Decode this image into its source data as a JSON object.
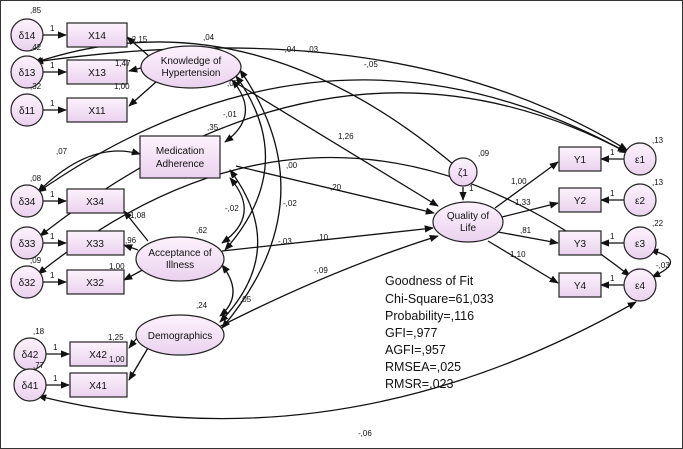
{
  "errors": {
    "d14": "δ14",
    "d13": "δ13",
    "d11": "δ11",
    "d34": "δ34",
    "d33": "δ33",
    "d32": "δ32",
    "d42": "δ42",
    "d41": "δ41",
    "e1": "ε1",
    "e2": "ε2",
    "e3": "ε3",
    "e4": "ε4",
    "z1": "ζ1"
  },
  "boxes": {
    "x14": "X14",
    "x13": "X13",
    "x11": "X11",
    "x34": "X34",
    "x33": "X33",
    "x32": "X32",
    "x42": "X42",
    "x41": "X41",
    "y1": "Y1",
    "y2": "Y2",
    "y3": "Y3",
    "y4": "Y4"
  },
  "latents": {
    "knowledge": [
      "Knowledge of",
      "Hypertension"
    ],
    "medication": [
      "Medication",
      "Adherence"
    ],
    "acceptance": [
      "Acceptance of",
      "Illness"
    ],
    "demographics": "Demographics",
    "qol": [
      "Quality of",
      "Life"
    ]
  },
  "coefficients": {
    "c_085": ",85",
    "c_042": ",42",
    "c_032": ",32",
    "c_08": ",08",
    "c_09": ",09",
    "c_018": ",18",
    "c_077": ",77",
    "c_013a": ",13",
    "c_013b": ",13",
    "c_022": ",22",
    "c_1_d14": "1",
    "c_1_d13": "1",
    "c_1_d11": "1",
    "c_1_d34": "1",
    "c_1_d33": "1",
    "c_1_d32": "1",
    "c_1_d42": "1",
    "c_1_d41": "1",
    "c_1_e1": "1",
    "c_1_e2": "1",
    "c_1_e3": "1",
    "c_1_e4": "1",
    "c_1_z1": "1",
    "c_m215": "-2,15",
    "c_147": "1,47",
    "c_100a": "1,00",
    "c_04": ",04",
    "c_m04": "-,04",
    "c_03": ",03",
    "c_m05": "-,05",
    "c_05top": ",05",
    "c_035": ",35",
    "c_m01": "-,01",
    "c_00": ",00",
    "c_126": "1,26",
    "c_009": ",09",
    "c_07": ",07",
    "c_062": ",62",
    "c_108": "1,08",
    "c_096": ",96",
    "c_100b": "1,00",
    "c_m02a": "-,02",
    "c_m02b": "-,02",
    "c_m03": "-,03",
    "c_020": ",20",
    "c_010": ",10",
    "c_m09": "-,09",
    "c_024": ",24",
    "c_005": ",05",
    "c_125": "1,25",
    "c_100c": "1,00",
    "c_100d": "1,00",
    "c_133": "1,33",
    "c_081": ",81",
    "c_110": "1,10",
    "c_m03e": "-,03",
    "c_m06": "-,06"
  },
  "fit": {
    "title": "Goodness of Fit",
    "chi": "Chi-Square=61,033",
    "prob": "Probability=,116",
    "gfi": "GFI=,977",
    "agfi": "AGFI=,957",
    "rmsea": "RMSEA=,025",
    "rmsr": "RMSR=,023"
  },
  "colors": {
    "fill_light": "#fdf2fd",
    "fill_dark": "#ead2ee",
    "stroke": "#222222"
  }
}
